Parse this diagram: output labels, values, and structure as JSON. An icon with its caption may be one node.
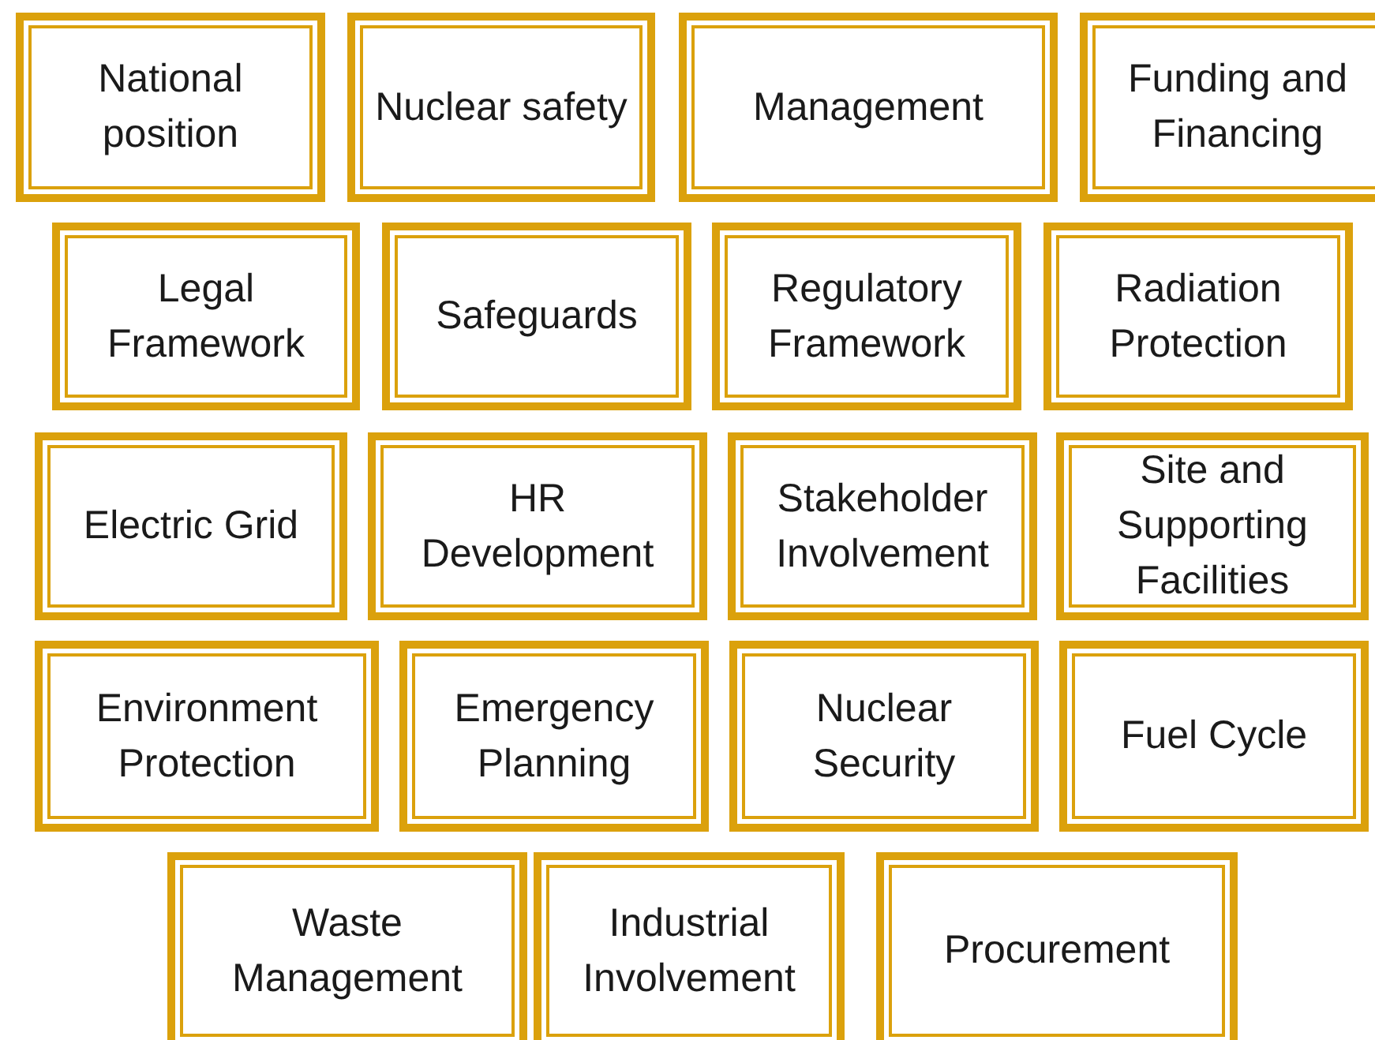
{
  "diagram": {
    "nodes": [
      {
        "text": [
          "National position"
        ]
      },
      {
        "text": [
          "Nuclear safety"
        ]
      },
      {
        "text": [
          "Management"
        ]
      },
      {
        "text": [
          "Funding and Financing"
        ]
      },
      {
        "text": [
          "Legal Framework"
        ]
      },
      {
        "text": [
          "Safeguards"
        ]
      },
      {
        "text": [
          "Regulatory Framework"
        ]
      },
      {
        "text": [
          "Radiation Protection"
        ]
      },
      {
        "text": [
          "Electric Grid"
        ]
      },
      {
        "text": [
          "HR Development"
        ]
      },
      {
        "text": [
          "Stakeholder Involvement"
        ]
      },
      {
        "text": [
          "Site and Supporting Facilities"
        ]
      },
      {
        "text": [
          "Environment Protection"
        ]
      },
      {
        "text": [
          "Emergency Planning"
        ]
      },
      {
        "text": [
          "Nuclear Security"
        ]
      },
      {
        "text": [
          "Fuel Cycle"
        ]
      },
      {
        "text": [
          "Waste Management"
        ]
      },
      {
        "text": [
          "Industrial Involvement"
        ]
      },
      {
        "text": [
          "Procurement"
        ]
      }
    ]
  }
}
